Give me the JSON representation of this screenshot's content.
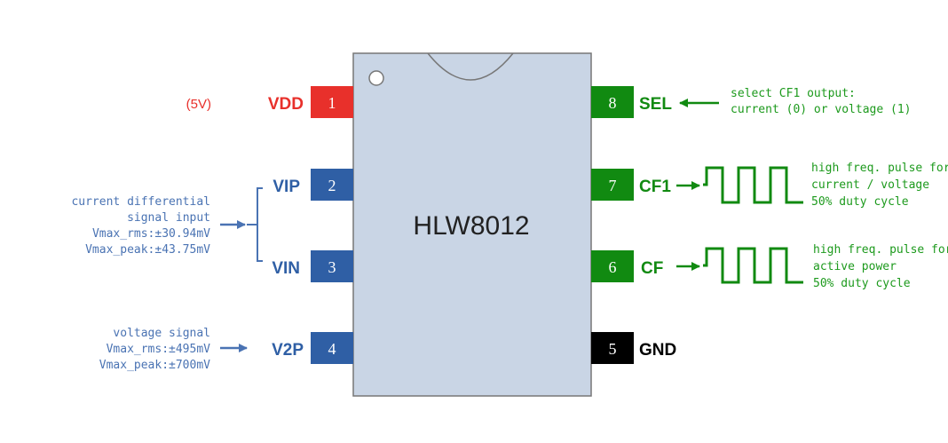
{
  "chip": {
    "name": "HLW8012"
  },
  "colors": {
    "body_fill": "#c9d5e5",
    "body_stroke": "#777777",
    "red": "#e8302b",
    "blue": "#2f5fa5",
    "green": "#118a11",
    "black": "#000000",
    "desc_blue": "#4a73b3",
    "desc_green": "#1d9a1d",
    "note_red": "#e8302b"
  },
  "pins": [
    {
      "num": "1",
      "label": "VDD"
    },
    {
      "num": "2",
      "label": "VIP"
    },
    {
      "num": "3",
      "label": "VIN"
    },
    {
      "num": "4",
      "label": "V2P"
    },
    {
      "num": "5",
      "label": "GND"
    },
    {
      "num": "6",
      "label": "CF"
    },
    {
      "num": "7",
      "label": "CF1"
    },
    {
      "num": "8",
      "label": "SEL"
    }
  ],
  "notes": {
    "vdd": "(5V)",
    "current": [
      "current differential",
      "signal input",
      "Vmax_rms:±30.94mV",
      "Vmax_peak:±43.75mV"
    ],
    "voltage": [
      "voltage signal",
      "Vmax_rms:±495mV",
      "Vmax_peak:±700mV"
    ],
    "sel": [
      "select CF1 output:",
      "current (0) or voltage (1)"
    ],
    "cf1": [
      "high freq. pulse for",
      "current / voltage",
      "50% duty cycle"
    ],
    "cf": [
      "high freq. pulse for",
      "active power",
      "50% duty cycle"
    ]
  }
}
